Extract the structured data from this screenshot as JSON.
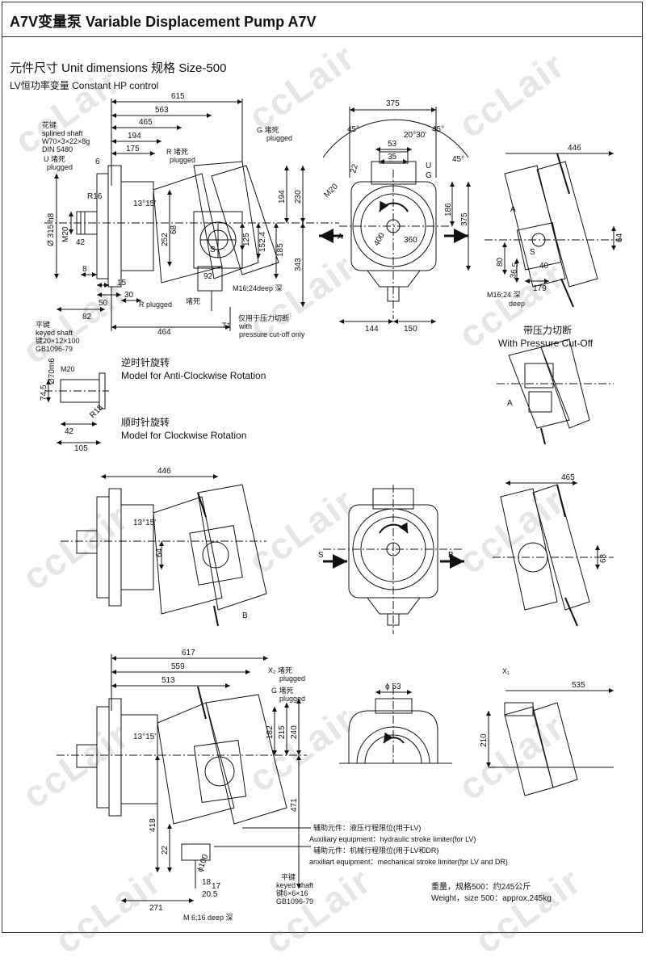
{
  "title": "A7V变量泵 Variable Displacement Pump A7V",
  "subtitle": "元件尺寸 Unit dimensions  规格 Size-500",
  "control": "LV恒功率变量 Constant HP control",
  "watermark": "ccLair",
  "labels": {
    "splined_cn": "花键",
    "splined_en": "splined shaft",
    "splined_spec": "W70×3×22×8g",
    "splined_din": "DIN 5480",
    "u_plugged_cn": "U 堵死",
    "u_plugged_en": "plugged",
    "g_plugged_cn": "G 堵死",
    "g_plugged_en": "plugged",
    "r_plugged_cn": "R 堵死",
    "r_plugged_en": "plugged",
    "r_plugged_bottom": "R plugged",
    "plugged_cn": "堵死",
    "m16_deep": "M16;24deep 深",
    "t1": "T1",
    "cutoff_cn": "仅用于压力切断",
    "cutoff_en1": "with",
    "cutoff_en2": "pressure cut-off only",
    "keyed_cn": "平键",
    "keyed_en": "keyed shaft",
    "keyed_spec": "键20×12×100",
    "keyed_gb": "GB1096-79",
    "m20": "M20",
    "m16_right": "M16;24 深",
    "m16_right_deep": "deep",
    "with_cutoff_cn": "带压力切断",
    "with_cutoff_en": "With Pressure Cut-Off",
    "anti_cn": "逆时针旋转",
    "anti_en": "Model for Anti-Clockwise Rotation",
    "clock_cn": "顺时针旋转",
    "clock_en": "Model for Clockwise Rotation",
    "x2_plugged_cn": "X₂ 堵死",
    "x2_plugged_en": "plugged",
    "g2_plugged_cn": "G 堵死",
    "g2_plugged_en": "plugged",
    "x1": "X₁",
    "aux1_cn": "辅助元件：液压行程限位(用于LV)",
    "aux1_en": "Auxiliary equipment：hydraulic stroke limiter(for LV)",
    "aux2_cn": "辅助元件：机械行程限位(用于LV和DR)",
    "aux2_en": "anxiliart equipment：mechanical stroke limiter(fpr LV and DR)",
    "keyed2_cn": "平键",
    "keyed2_en": "keyed shaft",
    "keyed2_spec": "键6×6×16",
    "keyed2_gb": "GB1096-79",
    "m6_deep": "M 6;16 deep 深",
    "weight_cn": "重量，规格500：约245公斤",
    "weight_en": "Weight，size 500：approx.245kg"
  },
  "dims": {
    "d615": "615",
    "d563": "563",
    "d465": "465",
    "d194": "194",
    "d175": "175",
    "d6": "6",
    "d315": "Ø 315 h8",
    "dm20": "M20",
    "d42": "42",
    "d8": "8",
    "d15": "15",
    "d50": "50",
    "d30": "30",
    "d82": "82",
    "d464": "464",
    "d252": "252",
    "d68": "68",
    "d92": "92",
    "d125": "125",
    "d152": "152.4",
    "d185": "185",
    "d194b": "194",
    "d230": "230",
    "d343": "343",
    "dR16": "R16",
    "d1315": "13°15'",
    "d375t": "375",
    "d45a": "45°",
    "d45b": "45°",
    "d45c": "45°",
    "d20": "20°30'",
    "d53": "53",
    "d35": "35",
    "d22": "22",
    "dM20b": "M20",
    "d400": "400",
    "d360": "360",
    "d186": "186",
    "d375s": "375",
    "d144": "144",
    "d150": "150",
    "dU": "U",
    "dG": "G",
    "d446": "446",
    "d64": "64",
    "d80": "80",
    "d365": "36.5",
    "d40": "40",
    "d179": "179",
    "dA": "A",
    "dA2": "A",
    "dS": "S",
    "dS2": "S",
    "dA3": "A",
    "dA4": "A",
    "d74": "74.5",
    "d70": "Ø70m6",
    "d42b": "42",
    "d105": "105",
    "dR18": "R18",
    "d446b": "446",
    "d64b": "64",
    "dB": "B",
    "dS3": "S",
    "dB2": "B",
    "d465b": "465",
    "d68b": "68",
    "d617": "617",
    "d559": "559",
    "d513": "513",
    "d182": "182",
    "d215": "215",
    "d240": "240",
    "d471": "471",
    "d418": "418",
    "d22b": "22",
    "d100": "ϕ100",
    "d18": "18",
    "d17": "17",
    "d205": "20.5",
    "d271": "271",
    "d53b": "ϕ 53",
    "d535": "535",
    "d210": "210"
  }
}
